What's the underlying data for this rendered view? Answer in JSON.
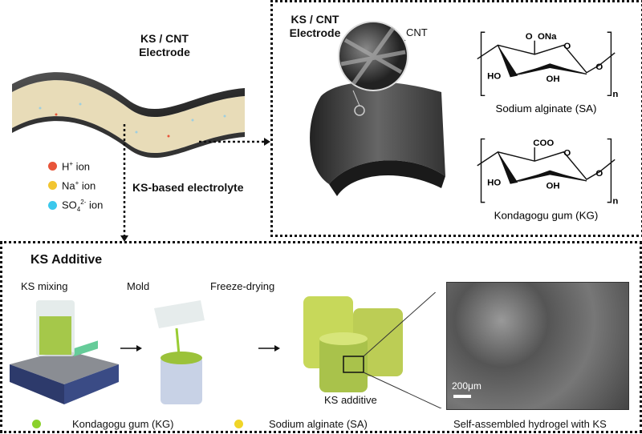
{
  "top_left": {
    "electrode_title_line1": "KS / CNT",
    "electrode_title_line2": "Electrode",
    "electrolyte_label": "KS-based electrolyte",
    "ions": [
      {
        "base": "H",
        "sup": "+",
        "sub": "",
        "suffix": " ion",
        "color": "#e8553a"
      },
      {
        "base": "Na",
        "sup": "+",
        "sub": "",
        "suffix": " ion",
        "color": "#f2c531"
      },
      {
        "base": "SO",
        "sub": "4",
        "sup": "2-",
        "suffix": " ion",
        "color": "#3cc8ec"
      }
    ]
  },
  "top_right": {
    "title_line1": "KS / CNT",
    "title_line2": "Electrode",
    "cnt_label": "CNT",
    "structures": [
      {
        "group": "ONa",
        "group_prefix": "O",
        "ho": "HO",
        "oh": "OH",
        "ring_o": "O",
        "link_o": "O",
        "n": "n",
        "name": "Sodium alginate (SA)"
      },
      {
        "group": "COO",
        "group_prefix": "",
        "ho": "HO",
        "oh": "OH",
        "ring_o": "O",
        "link_o": "O",
        "n": "n",
        "name": "Kondagogu gum (KG)"
      }
    ]
  },
  "bottom": {
    "title": "KS Additive",
    "steps": [
      "KS mixing",
      "Mold",
      "Freeze-drying"
    ],
    "product_label": "KS additive",
    "scale_bar": "200μm",
    "legend": [
      "Kondagogu gum (KG)",
      "Sodium alginate (SA)",
      "Self-assembled hydrogel with KS"
    ],
    "legend_colors": [
      "#8bd12c",
      "#f0d528"
    ]
  }
}
